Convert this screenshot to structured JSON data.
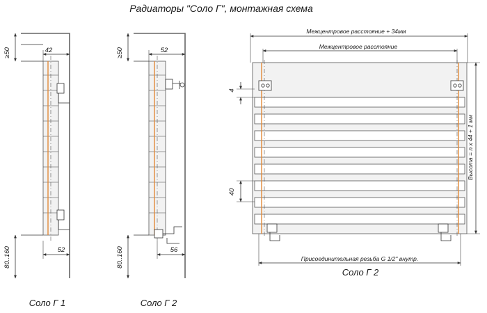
{
  "title": "Радиаторы \"Соло Г\", монтажная схема",
  "views": {
    "side1": {
      "caption": "Соло Г 1",
      "top_clearance": "≥50",
      "depth": "42",
      "bracket_depth": "52",
      "bottom_clearance": "80..160"
    },
    "side2": {
      "caption": "Соло Г 2",
      "top_clearance": "≥50",
      "depth": "52",
      "bracket_depth": "56",
      "bottom_clearance": "80..160"
    },
    "front": {
      "caption": "Соло Г 2",
      "dim_outer": "Межцентровое расстояние + 34мм",
      "dim_center": "Межцентровое расстояние",
      "dim_height": "Высота = n x 44 + 1 мм",
      "dim_4": "4",
      "dim_40": "40",
      "thread_note": "Присоединительная резьба G 1/2\" внутр."
    }
  },
  "colors": {
    "pipe_accent": "#e08a3a",
    "wall": "#666666",
    "line": "#333333"
  }
}
